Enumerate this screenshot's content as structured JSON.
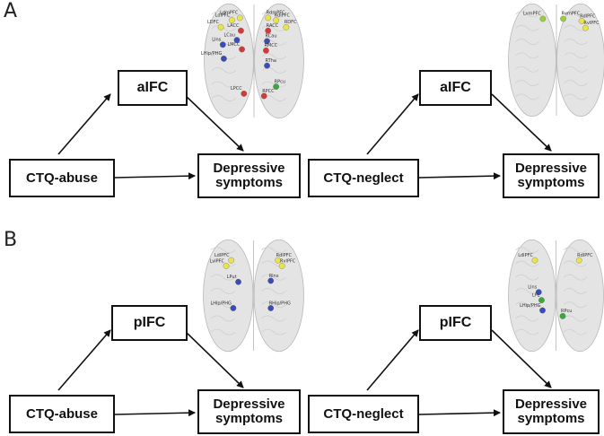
{
  "panels": [
    {
      "letter": "A",
      "models": [
        {
          "mediator": "aIFC",
          "predictor": "CTQ-abuse",
          "outcome_line1": "Depressive",
          "outcome_line2": "symptoms",
          "brain_nodes": [
            {
              "label": "LdlPFC",
              "color": "#e8e44a"
            },
            {
              "label": "LdmPFC",
              "color": "#e8e44a"
            },
            {
              "label": "RdmPFC",
              "color": "#e8e44a"
            },
            {
              "label": "RdlPFC",
              "color": "#e8e44a"
            },
            {
              "label": "RDFC",
              "color": "#e8e44a"
            },
            {
              "label": "LDFC",
              "color": "#e8e44a"
            },
            {
              "label": "LACC",
              "color": "#d23a3a"
            },
            {
              "label": "RACC",
              "color": "#d23a3a"
            },
            {
              "label": "LCau",
              "color": "#3a4cb8"
            },
            {
              "label": "RCau",
              "color": "#3a4cb8"
            },
            {
              "label": "LIns",
              "color": "#3a4cb8"
            },
            {
              "label": "LMCC",
              "color": "#d23a3a"
            },
            {
              "label": "RMCC",
              "color": "#d23a3a"
            },
            {
              "label": "LHip/PHG",
              "color": "#3a4cb8"
            },
            {
              "label": "RTha",
              "color": "#3a4cb8"
            },
            {
              "label": "RPcu",
              "color": "#3aa83a"
            },
            {
              "label": "LPCC",
              "color": "#d23a3a"
            },
            {
              "label": "RPCC",
              "color": "#d23a3a"
            }
          ]
        },
        {
          "mediator": "aIFC",
          "predictor": "CTQ-neglect",
          "outcome_line1": "Depressive",
          "outcome_line2": "symptoms",
          "brain_nodes": [
            {
              "label": "LvmPFC",
              "color": "#9ccc3a"
            },
            {
              "label": "RvmPFC",
              "color": "#9ccc3a"
            },
            {
              "label": "RdlPFC",
              "color": "#e8e44a"
            },
            {
              "label": "RvlPFC",
              "color": "#e8e44a"
            }
          ]
        }
      ]
    },
    {
      "letter": "B",
      "models": [
        {
          "mediator": "pIFC",
          "predictor": "CTQ-abuse",
          "outcome_line1": "Depressive",
          "outcome_line2": "symptoms",
          "brain_nodes": [
            {
              "label": "LdlPFC",
              "color": "#e8e44a"
            },
            {
              "label": "LvlPFC",
              "color": "#e8e44a"
            },
            {
              "label": "RdlPFC",
              "color": "#e8e44a"
            },
            {
              "label": "RvlPFC",
              "color": "#e8e44a"
            },
            {
              "label": "LPut",
              "color": "#3a4cb8"
            },
            {
              "label": "RIns",
              "color": "#3a4cb8"
            },
            {
              "label": "LHip/PHG",
              "color": "#3a4cb8"
            },
            {
              "label": "RHip/PHG",
              "color": "#3a4cb8"
            }
          ]
        },
        {
          "mediator": "pIFC",
          "predictor": "CTQ-neglect",
          "outcome_line1": "Depressive",
          "outcome_line2": "symptoms",
          "brain_nodes": [
            {
              "label": "LdlPFC",
              "color": "#e8e44a"
            },
            {
              "label": "RdlPFC",
              "color": "#e8e44a"
            },
            {
              "label": "LIns",
              "color": "#3a4cb8"
            },
            {
              "label": "LPL",
              "color": "#3aa83a"
            },
            {
              "label": "LHip/PHG",
              "color": "#3a4cb8"
            },
            {
              "label": "RPcu",
              "color": "#3aa83a"
            }
          ]
        }
      ]
    }
  ]
}
